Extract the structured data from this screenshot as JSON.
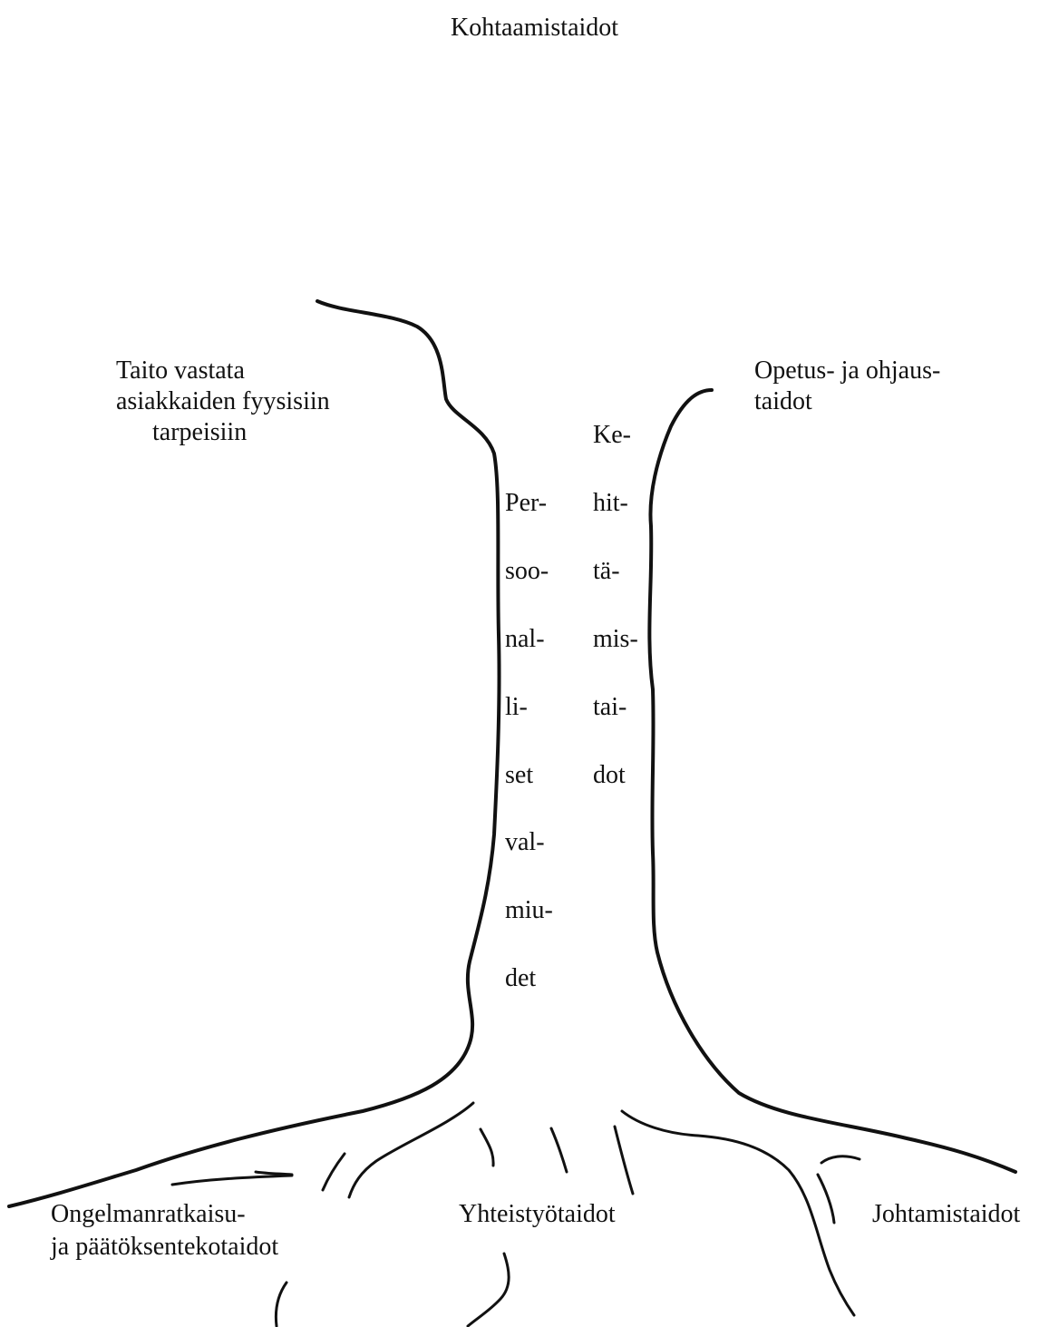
{
  "labels": {
    "top": "Kohtaamistaidot",
    "left_branch": [
      "Taito vastata",
      "asiakkaiden fyysisiin",
      "tarpeisiin"
    ],
    "right_branch": [
      "Opetus- ja ohjaus-",
      "taidot"
    ],
    "bottom_left": [
      "Ongelmanratkaisu-",
      "ja päätöksentekotaidot"
    ],
    "bottom_center": "Yhteistyötaidot",
    "bottom_right": "Johtamistaidot"
  },
  "trunk": {
    "left_syllables": [
      "Per-",
      "soo-",
      "nal-",
      "li-",
      "set",
      "val-",
      "miu-",
      "det"
    ],
    "right_syllables": [
      "Ke-",
      "hit-",
      "tä-",
      "mis-",
      "tai-",
      "dot"
    ]
  }
}
